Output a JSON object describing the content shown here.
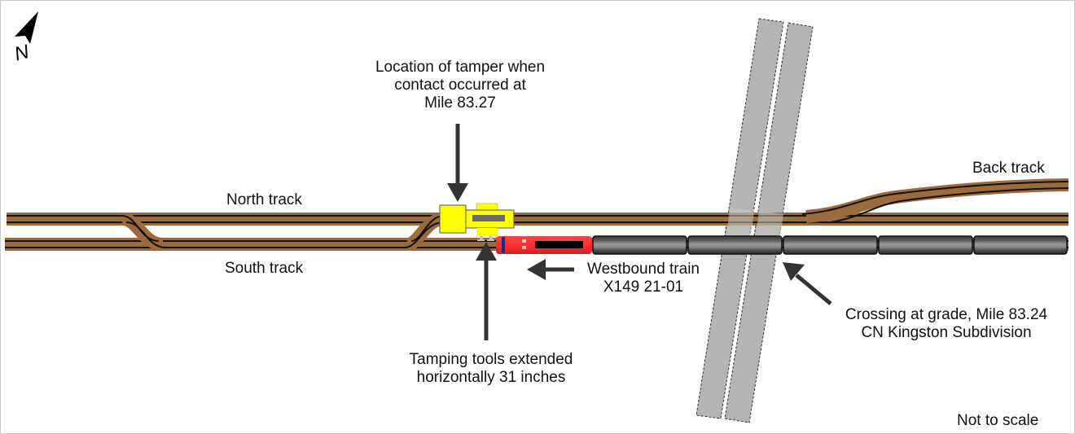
{
  "compass": {
    "label": "N",
    "icon": "north-arrow-icon"
  },
  "labels": {
    "tamper_location": [
      "Location of tamper when",
      "contact occurred at",
      "Mile 83.27"
    ],
    "north_track": "North track",
    "south_track": "South track",
    "back_track": "Back track",
    "train": [
      "Westbound train",
      "X149 21-01"
    ],
    "tools": [
      "Tamping tools extended",
      "horizontally 31 inches"
    ],
    "crossing": [
      "Crossing at grade, Mile 83.24",
      "CN Kingston Subdivision"
    ],
    "scale_note": "Not to scale"
  },
  "colors": {
    "tie": "#9b6b3c",
    "rail": "#111111",
    "road": "#b4b4b4",
    "tamper": "#ffff00",
    "locomotive": "#ee2a2a",
    "railcar": "#555555",
    "arrow": "#333333"
  }
}
